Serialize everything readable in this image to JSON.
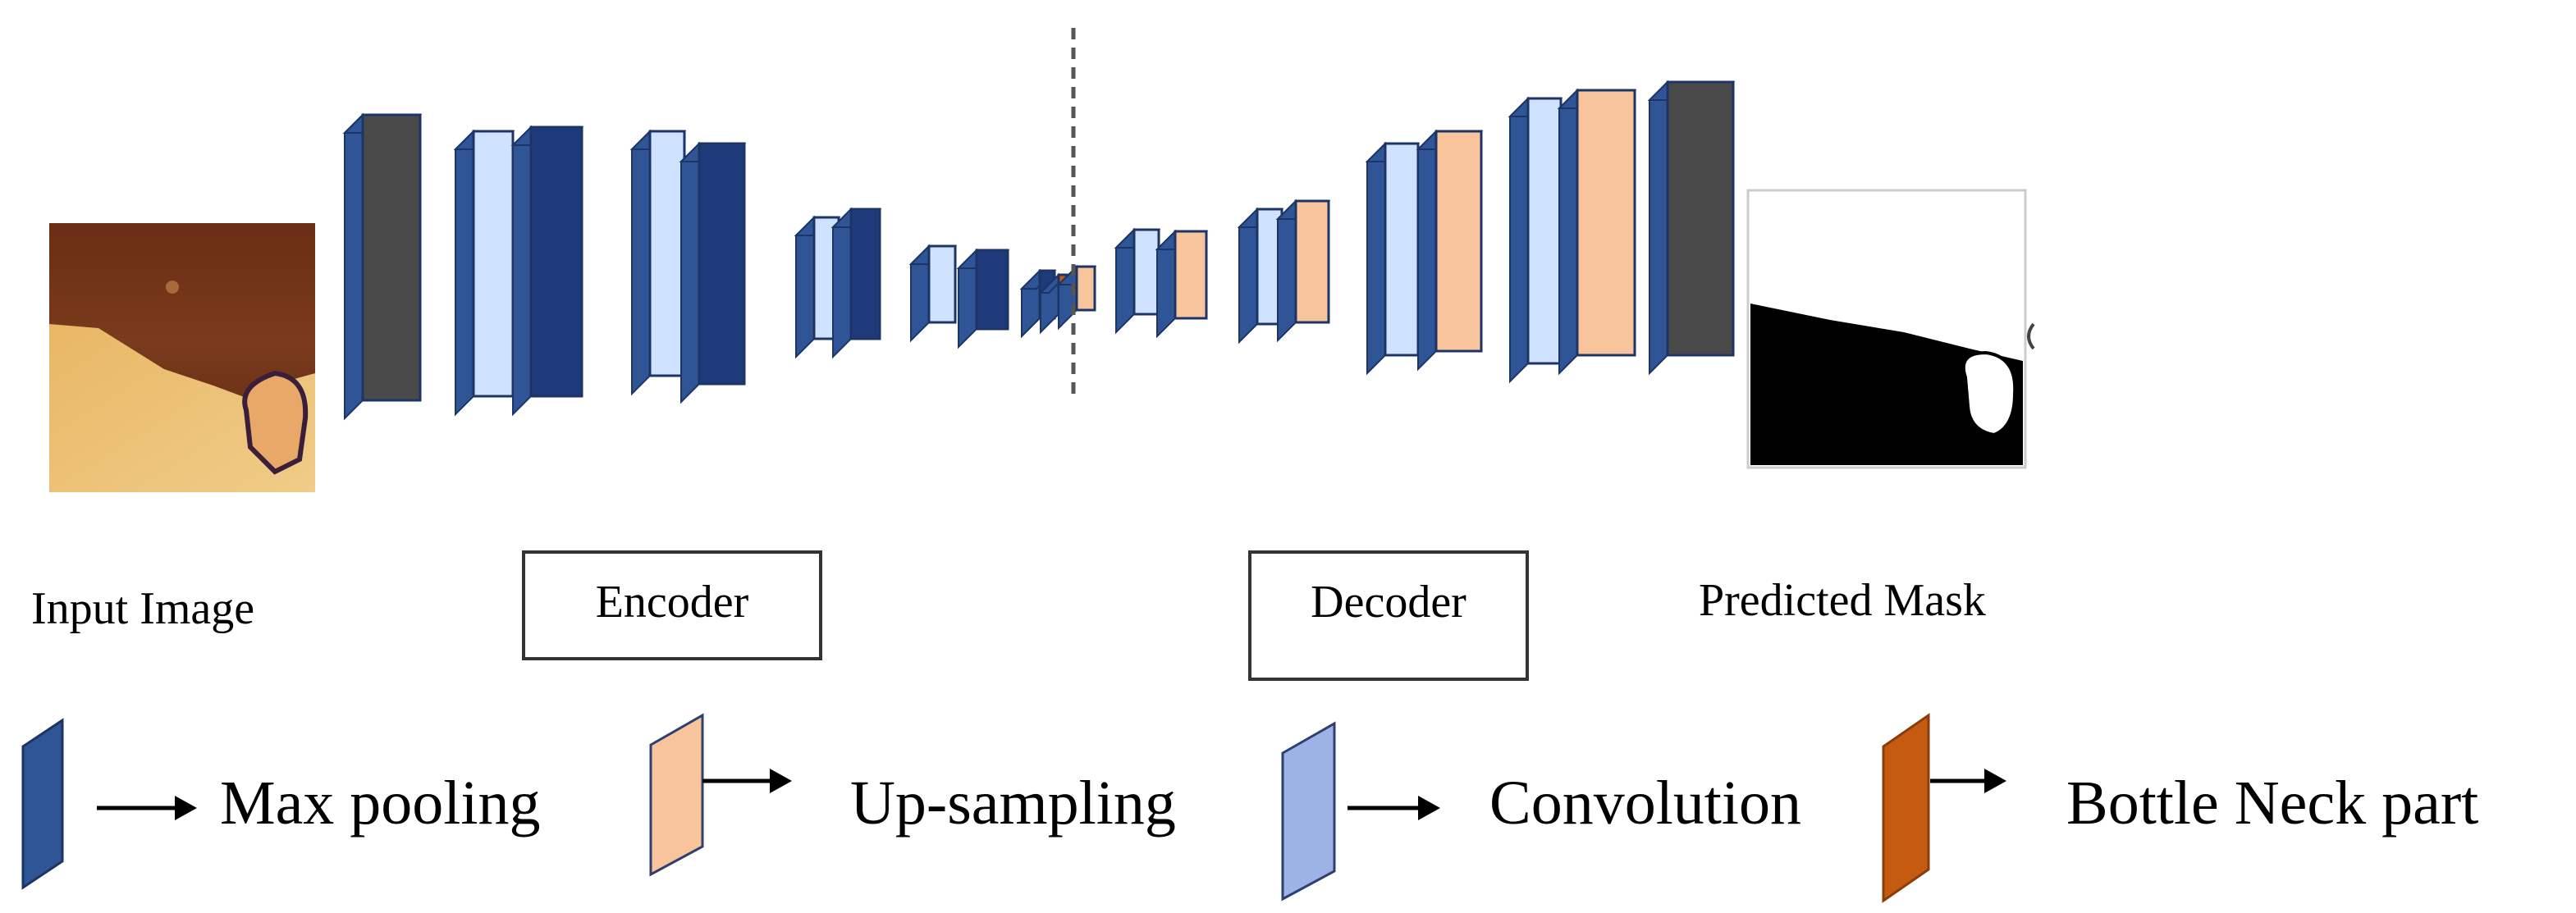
{
  "labels": {
    "input": "Input Image",
    "encoder": "Encoder",
    "decoder": "Decoder",
    "output": "Predicted Mask"
  },
  "legend": [
    {
      "label": "Max pooling",
      "icon": "max-pooling-swatch-icon",
      "color": "#2F5597"
    },
    {
      "label": "Up-sampling",
      "icon": "up-sampling-swatch-icon",
      "color": "#F8C49C"
    },
    {
      "label": "Convolution",
      "icon": "convolution-swatch-icon",
      "color": "#9DB3E6"
    },
    {
      "label": "Bottle Neck part",
      "icon": "bottleneck-swatch-icon",
      "color": "#C55A11"
    }
  ],
  "colors": {
    "max_pooling": "#2F5597",
    "up_sampling": "#F8C49C",
    "convolution": "#9DB3E6",
    "bottleneck": "#C55A11",
    "dark_conv": "#4A4A4A",
    "dark_blue": "#1F3A7A",
    "light_conv": "#CFE2FF",
    "edge": "#1C3566"
  }
}
